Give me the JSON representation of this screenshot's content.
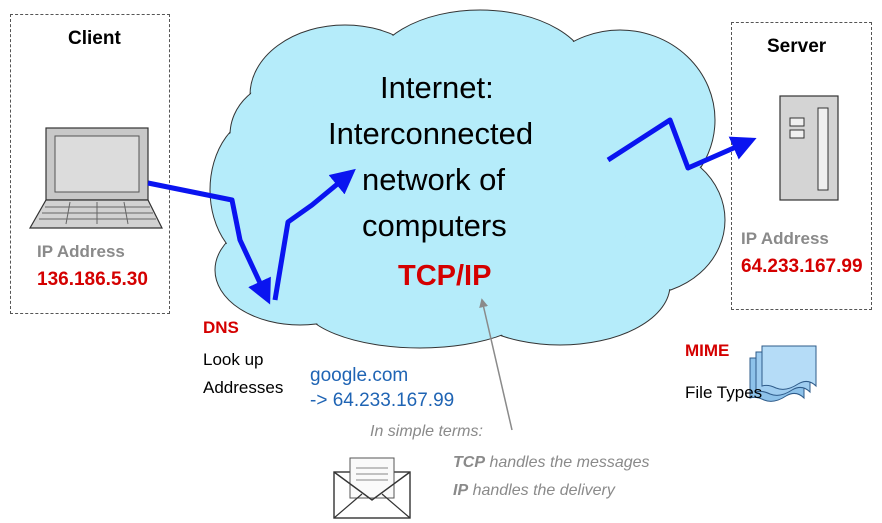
{
  "client": {
    "title": "Client",
    "ip_label": "IP Address",
    "ip_value": "136.186.5.30"
  },
  "server": {
    "title": "Server",
    "ip_label": "IP Address",
    "ip_value": "64.233.167.99"
  },
  "internet": {
    "line1": "Internet:",
    "line2": "Interconnected",
    "line3": "network of",
    "line4": "computers",
    "protocol": "TCP/IP"
  },
  "dns": {
    "title": "DNS",
    "desc_line1": "Look up",
    "desc_line2": "Addresses",
    "example_line1": "google.com",
    "example_line2": "-> 64.233.167.99"
  },
  "mime": {
    "title": "MIME",
    "desc": "File Types"
  },
  "note": {
    "intro": "In simple terms:",
    "tcp_term": "TCP",
    "tcp_text": " handles the messages",
    "ip_term": "IP",
    "ip_text": " handles the delivery"
  },
  "colors": {
    "arrow": "#0a14f0",
    "cloud_fill": "#b5ecfa",
    "accent_red": "#d40000",
    "link_blue": "#1f64b4",
    "label_gray": "#8a8a8a"
  }
}
